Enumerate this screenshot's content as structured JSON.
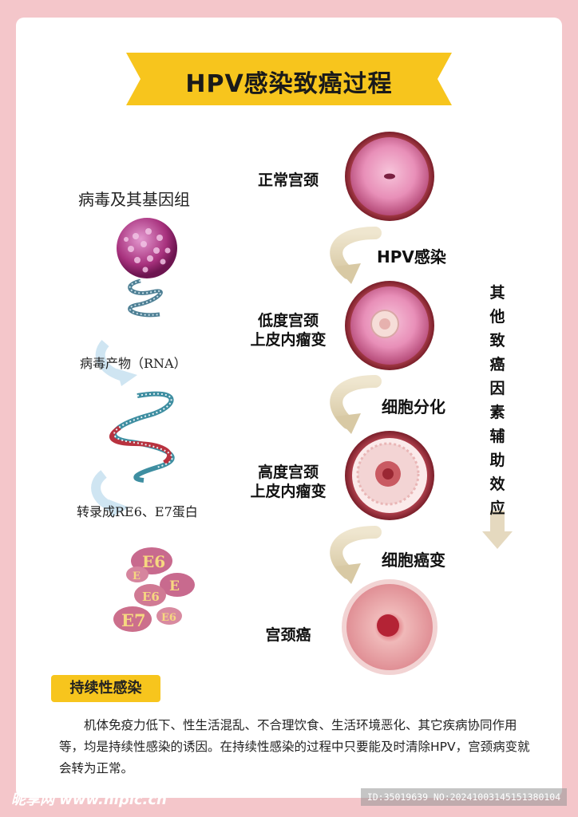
{
  "title": "HPV感染致癌过程",
  "stages": [
    {
      "label_line1": "正常宫颈",
      "label_line2": ""
    },
    {
      "label_line1": "低度宫颈",
      "label_line2": "上皮内瘤变"
    },
    {
      "label_line1": "高度宫颈",
      "label_line2": "上皮内瘤变"
    },
    {
      "label_line1": "宫颈癌",
      "label_line2": ""
    }
  ],
  "steps": [
    "HPV感染",
    "细胞分化",
    "细胞癌变"
  ],
  "side_text": "其他致癌因素辅助效应",
  "left": {
    "virus_label": "病毒及其基因组",
    "rna_label": "病毒产物（RNA）",
    "protein_label": "转录成RE6、E7蛋白",
    "protein_tags": [
      "E6",
      "E",
      "E6",
      "E",
      "E7",
      "E6"
    ]
  },
  "section": {
    "tag": "持续性感染",
    "paragraph": "机体免疫力低下、性生活混乱、不合理饮食、生活环境恶化、其它疾病协同作用等，均是持续性感染的诱因。在持续性感染的过程中只要能及时清除HPV，宫颈病变就会转为正常。"
  },
  "watermark": {
    "left": "昵享网 www.nipic.cn",
    "right": "ID:35019639 NO:20241003145151380104"
  },
  "colors": {
    "banner": "#f7c51d",
    "arrow": "#e5d9bf",
    "background": "#f4c6ca"
  }
}
